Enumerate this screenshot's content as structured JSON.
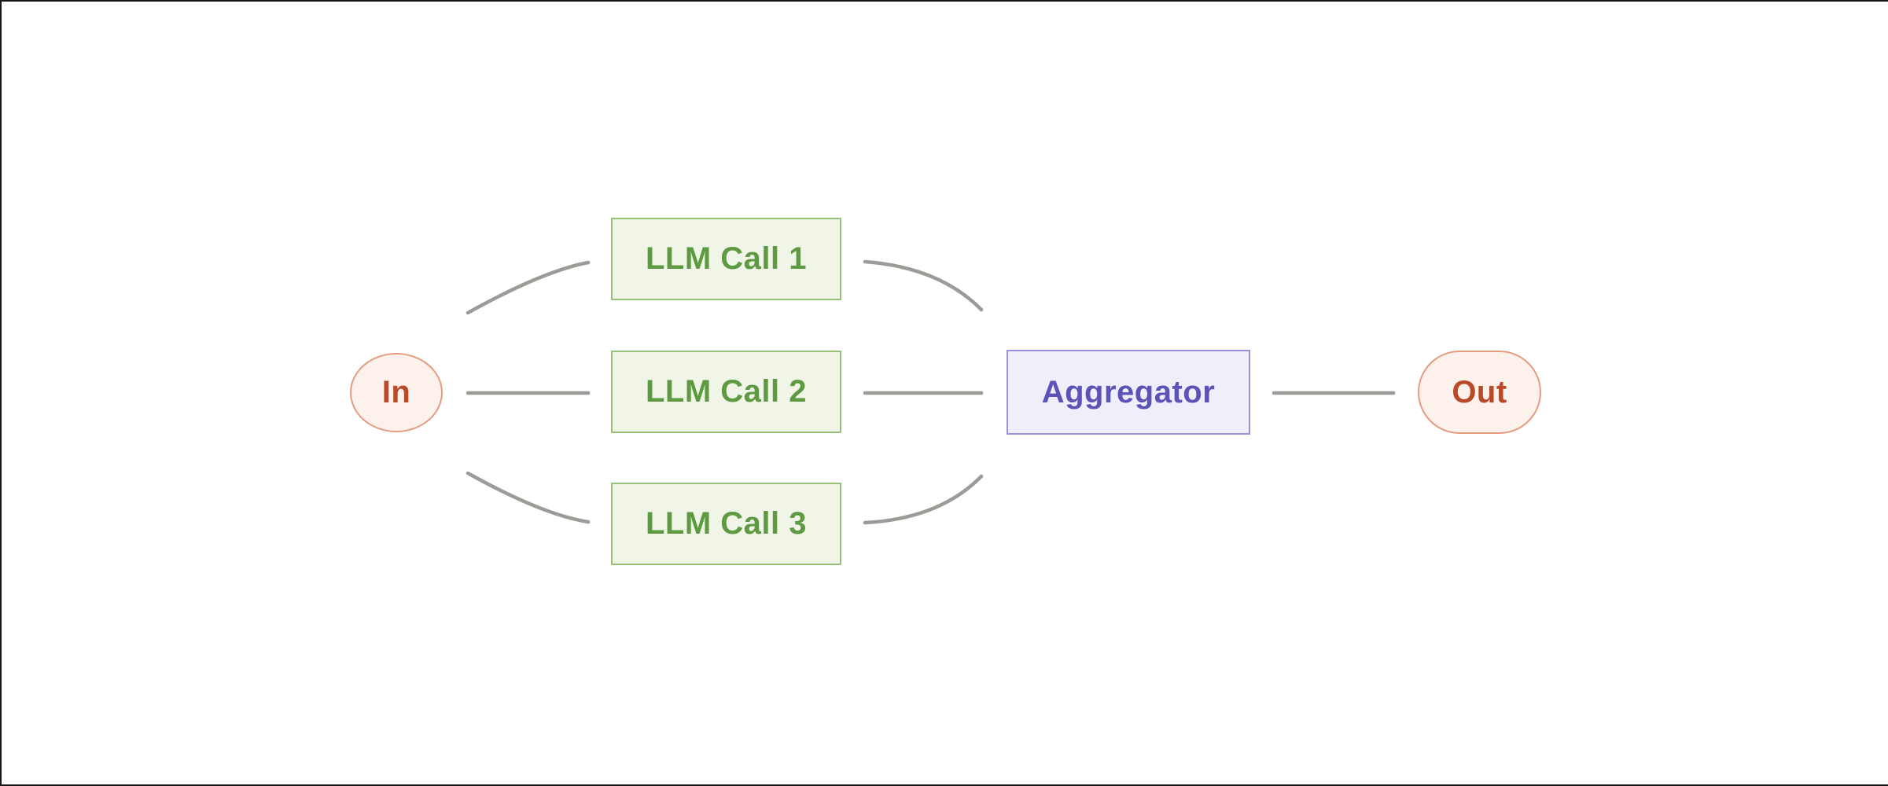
{
  "diagram": {
    "name": "parallelization-workflow",
    "nodes": [
      {
        "id": "in",
        "label": "In",
        "shape": "circle",
        "fill": "#FDF1EC",
        "border": "#E59C80",
        "text_color": "#B94A28"
      },
      {
        "id": "llm-call-1",
        "label": "LLM Call 1",
        "shape": "rect",
        "fill": "#F0F5E8",
        "border": "#97C177",
        "text_color": "#5E9A41"
      },
      {
        "id": "llm-call-2",
        "label": "LLM Call 2",
        "shape": "rect",
        "fill": "#F0F5E8",
        "border": "#97C177",
        "text_color": "#5E9A41"
      },
      {
        "id": "llm-call-3",
        "label": "LLM Call 3",
        "shape": "rect",
        "fill": "#F0F5E8",
        "border": "#97C177",
        "text_color": "#5E9A41"
      },
      {
        "id": "aggregator",
        "label": "Aggregator",
        "shape": "rect",
        "fill": "#EFEEF9",
        "border": "#9992D6",
        "text_color": "#5B53B8"
      },
      {
        "id": "out",
        "label": "Out",
        "shape": "pill",
        "fill": "#FDF1EC",
        "border": "#E59C80",
        "text_color": "#B94A28"
      }
    ],
    "edges": [
      {
        "from": "in",
        "to": "llm-call-1",
        "style": "curved-up"
      },
      {
        "from": "in",
        "to": "llm-call-2",
        "style": "straight"
      },
      {
        "from": "in",
        "to": "llm-call-3",
        "style": "curved-down"
      },
      {
        "from": "llm-call-1",
        "to": "aggregator",
        "style": "curved-down"
      },
      {
        "from": "llm-call-2",
        "to": "aggregator",
        "style": "straight"
      },
      {
        "from": "llm-call-3",
        "to": "aggregator",
        "style": "curved-up"
      },
      {
        "from": "aggregator",
        "to": "out",
        "style": "straight"
      }
    ],
    "edge_color": "#9B9B97",
    "background": "#FFFFFF"
  }
}
